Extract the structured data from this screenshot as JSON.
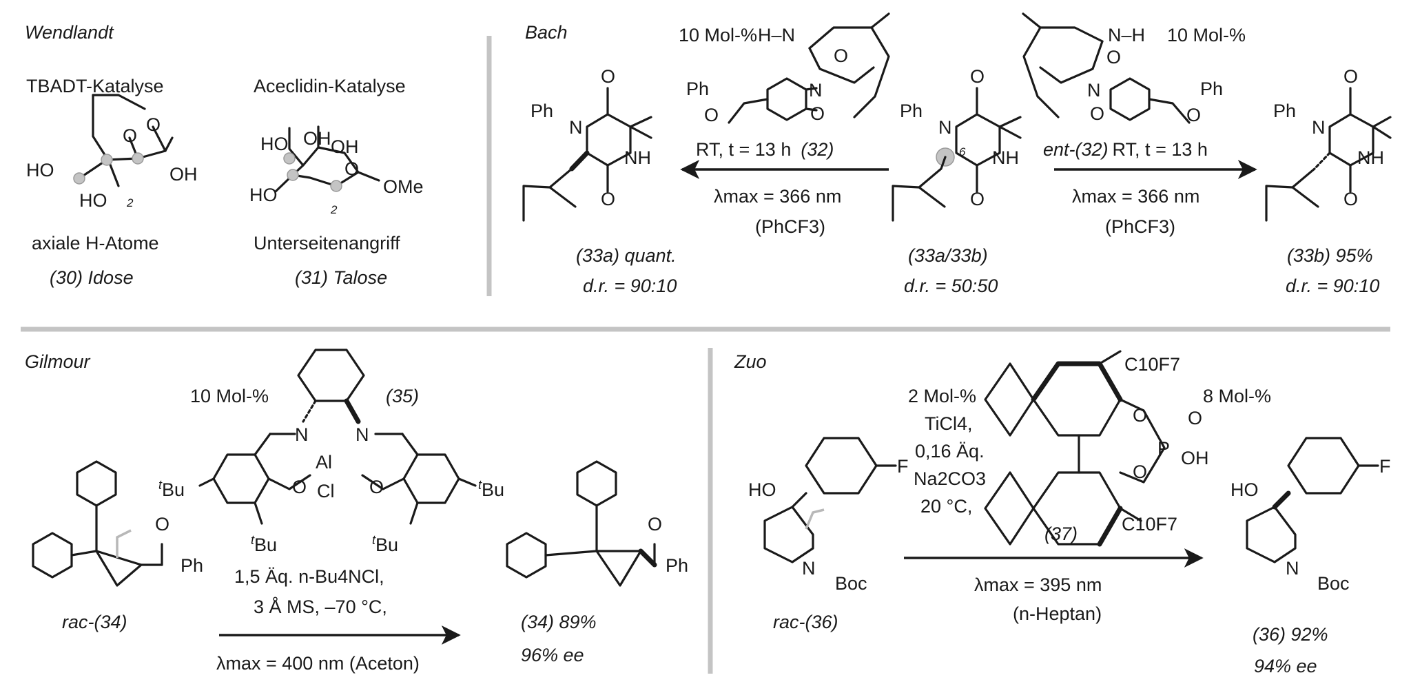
{
  "sections": {
    "wendlandt": {
      "name": "Wendlandt",
      "left": {
        "catalysis": "TBADT-Katalyse",
        "note": "axiale H-Atome",
        "num": "(30)",
        "sugar": "Idose"
      },
      "right": {
        "catalysis": "Aceclidin-Katalyse",
        "note": "Unterseitenangriff",
        "num": "(31)",
        "sugar": "Talose"
      }
    },
    "bach": {
      "name": "Bach",
      "loading_left": "10 Mol-%",
      "loading_right": "10 Mol-%",
      "cond_left": "RT, t = 13 h",
      "cat_left": "(32)",
      "cat_right": "ent-(32)",
      "cond_right": "RT, t = 13 h",
      "lambda": "λmax = 366 nm",
      "solvent": "(PhCF3)",
      "product_left": "(33a) quant.",
      "dr_left": "d.r. = 90:10",
      "substrate": "(33a/33b)",
      "dr_mid": "d.r. = 50:50",
      "product_right": "(33b) 95%",
      "dr_right": "d.r. = 90:10"
    },
    "gilmour": {
      "name": "Gilmour",
      "loading": "10 Mol-%",
      "cat": "(35)",
      "cond1": "1,5 Äq. n-Bu4NCl,",
      "cond2": "3 Å MS, –70 °C,",
      "cond3": "λmax = 400 nm (Aceton)",
      "substrate": "rac-(34)",
      "product": "(34) 89%",
      "ee": "96% ee"
    },
    "zuo": {
      "name": "Zuo",
      "loading_ti": "2 Mol-%",
      "ti": "TiCl4,",
      "base_eq": "0,16 Äq.",
      "base": "Na2CO3",
      "temp": "20 °C,",
      "loading_cpa": "8 Mol-%",
      "cat": "(37)",
      "lambda": "λmax = 395 nm",
      "solvent": "(n-Heptan)",
      "substrate": "rac-(36)",
      "product": "(36) 92%",
      "ee": "94% ee"
    }
  },
  "atoms": {
    "ph": "Ph",
    "n": "N",
    "nh": "NH",
    "hn": "H–N",
    "nh_r": "N–H",
    "o": "O",
    "ho": "HO",
    "oh": "OH",
    "ome": "OMe",
    "al": "Al",
    "cl": "Cl",
    "tbu": "tBu",
    "f": "F",
    "boc": "Boc",
    "p": "P",
    "c10f7": "C10F7",
    "two": "2",
    "six": "6"
  },
  "colors": {
    "ink": "#1a1a1a",
    "divider": "#c4c4c4",
    "highlight": "#c4c4c4"
  }
}
